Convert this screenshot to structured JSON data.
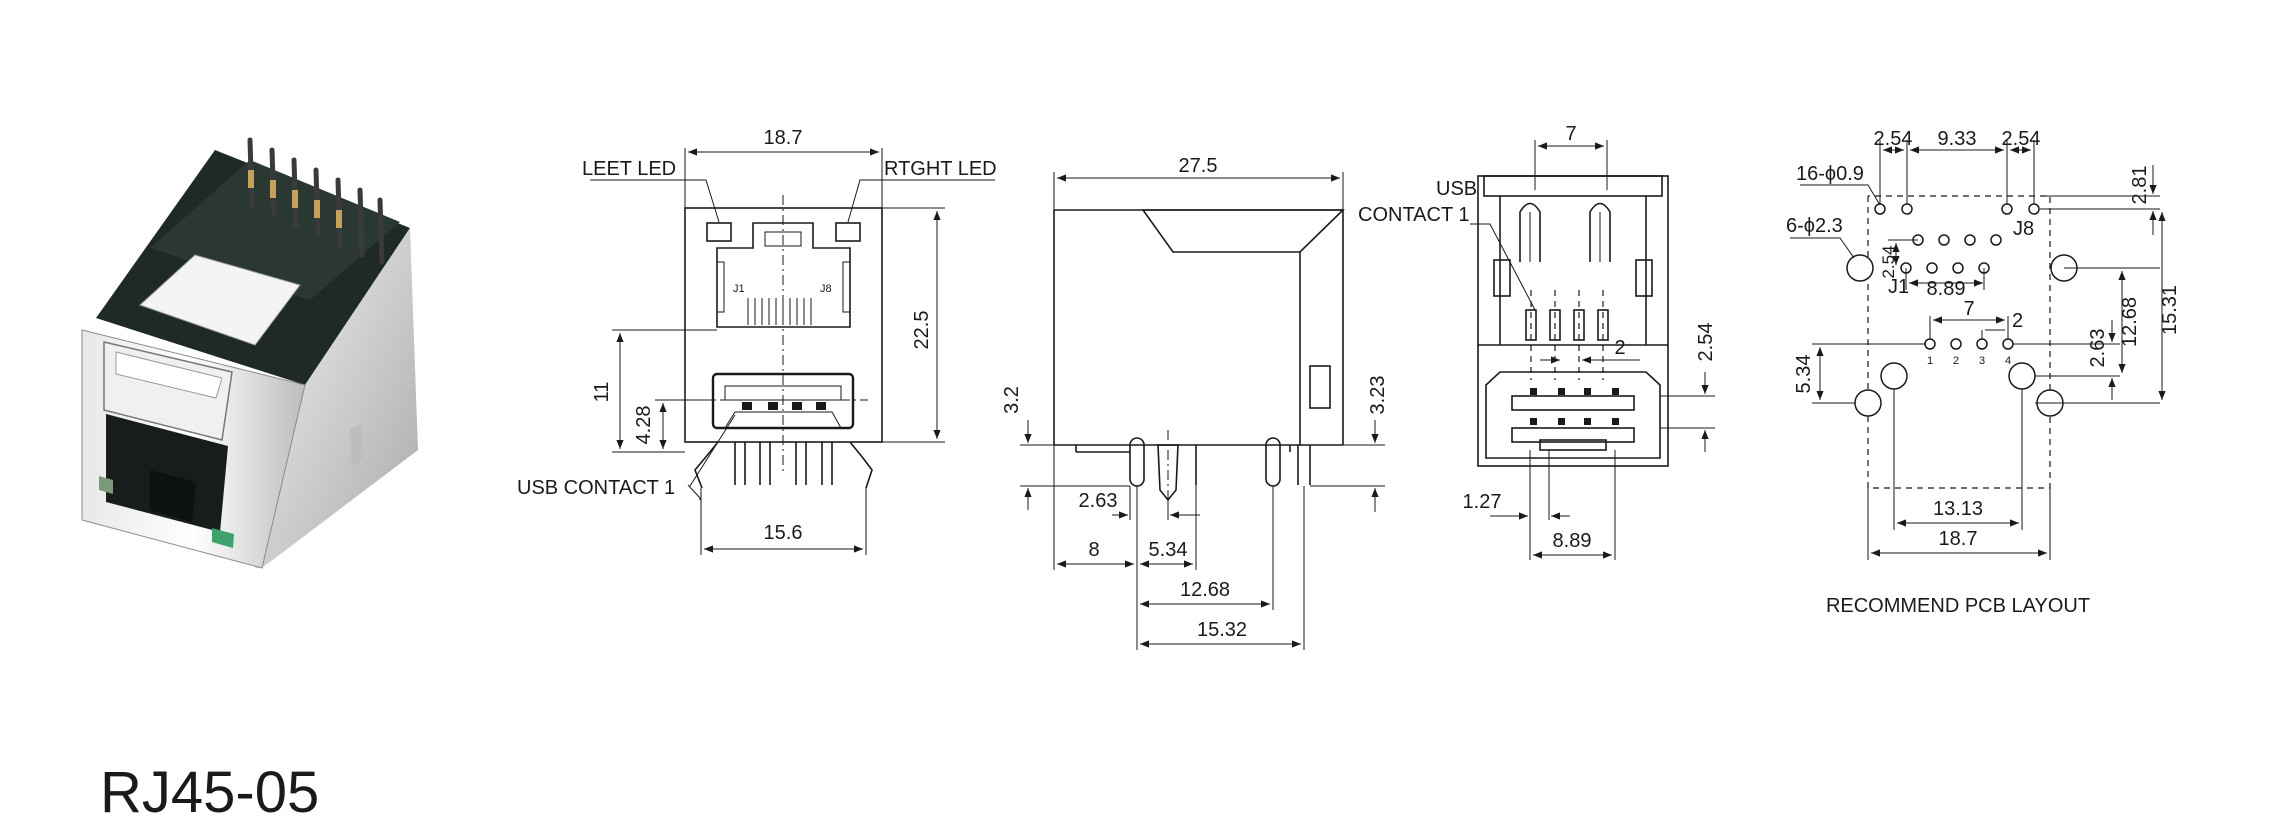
{
  "part_number": "RJ45-05",
  "front_view": {
    "left_led_label": "LEET LED",
    "right_led_label": "RTGHT LED",
    "j1_label": "J1",
    "j8_label": "J8",
    "usb_contact_label": "USB CONTACT 1",
    "dims": {
      "top_width": "18.7",
      "height": "22.5",
      "rj_height": "11",
      "usb_height": "4.28",
      "bottom_width": "15.6"
    }
  },
  "side_view": {
    "dims": {
      "length": "27.5",
      "left_pin": "3.2",
      "right_pin": "3.23",
      "d_263": "2.63",
      "d_8": "8",
      "d_534": "5.34",
      "d_1268": "12.68",
      "d_1532": "15.32"
    }
  },
  "rear_view": {
    "usb_label_line1": "USB",
    "usb_label_line2": "CONTACT 1",
    "dims": {
      "top": "7",
      "pitch_2": "2",
      "pitch_254": "2.54",
      "d_127": "1.27",
      "d_889": "8.89"
    }
  },
  "pcb_layout": {
    "caption": "RECOMMEND PCB LAYOUT",
    "hole_small": "16-ϕ0.9",
    "hole_large": "6-ϕ2.3",
    "j1_label": "J1",
    "j8_label": "J8",
    "usb_pins": [
      "1",
      "2",
      "3",
      "4"
    ],
    "dims": {
      "top_left": "2.54",
      "top_mid": "9.33",
      "top_right": "2.54",
      "right_281": "2.81",
      "vert_254": "2.54",
      "mid_889": "8.89",
      "usb_7": "7",
      "usb_2": "2",
      "right_263": "2.63",
      "right_1268": "12.68",
      "right_1531": "15.31",
      "left_534": "5.34",
      "bottom_1313": "13.13",
      "bottom_187": "18.7"
    }
  }
}
